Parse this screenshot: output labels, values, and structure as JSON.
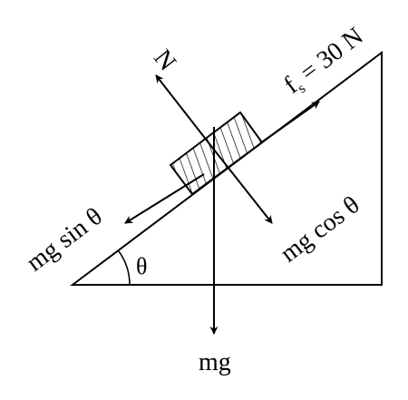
{
  "labels": {
    "normal": "N",
    "friction_main": "f",
    "friction_sub": "s",
    "friction_value": " = 30 N",
    "parallel_component": "mg sin θ",
    "perpendicular_component": "mg cos θ",
    "angle": "θ",
    "weight": "mg"
  },
  "colors": {
    "ink": "#000000",
    "background": "#ffffff"
  }
}
